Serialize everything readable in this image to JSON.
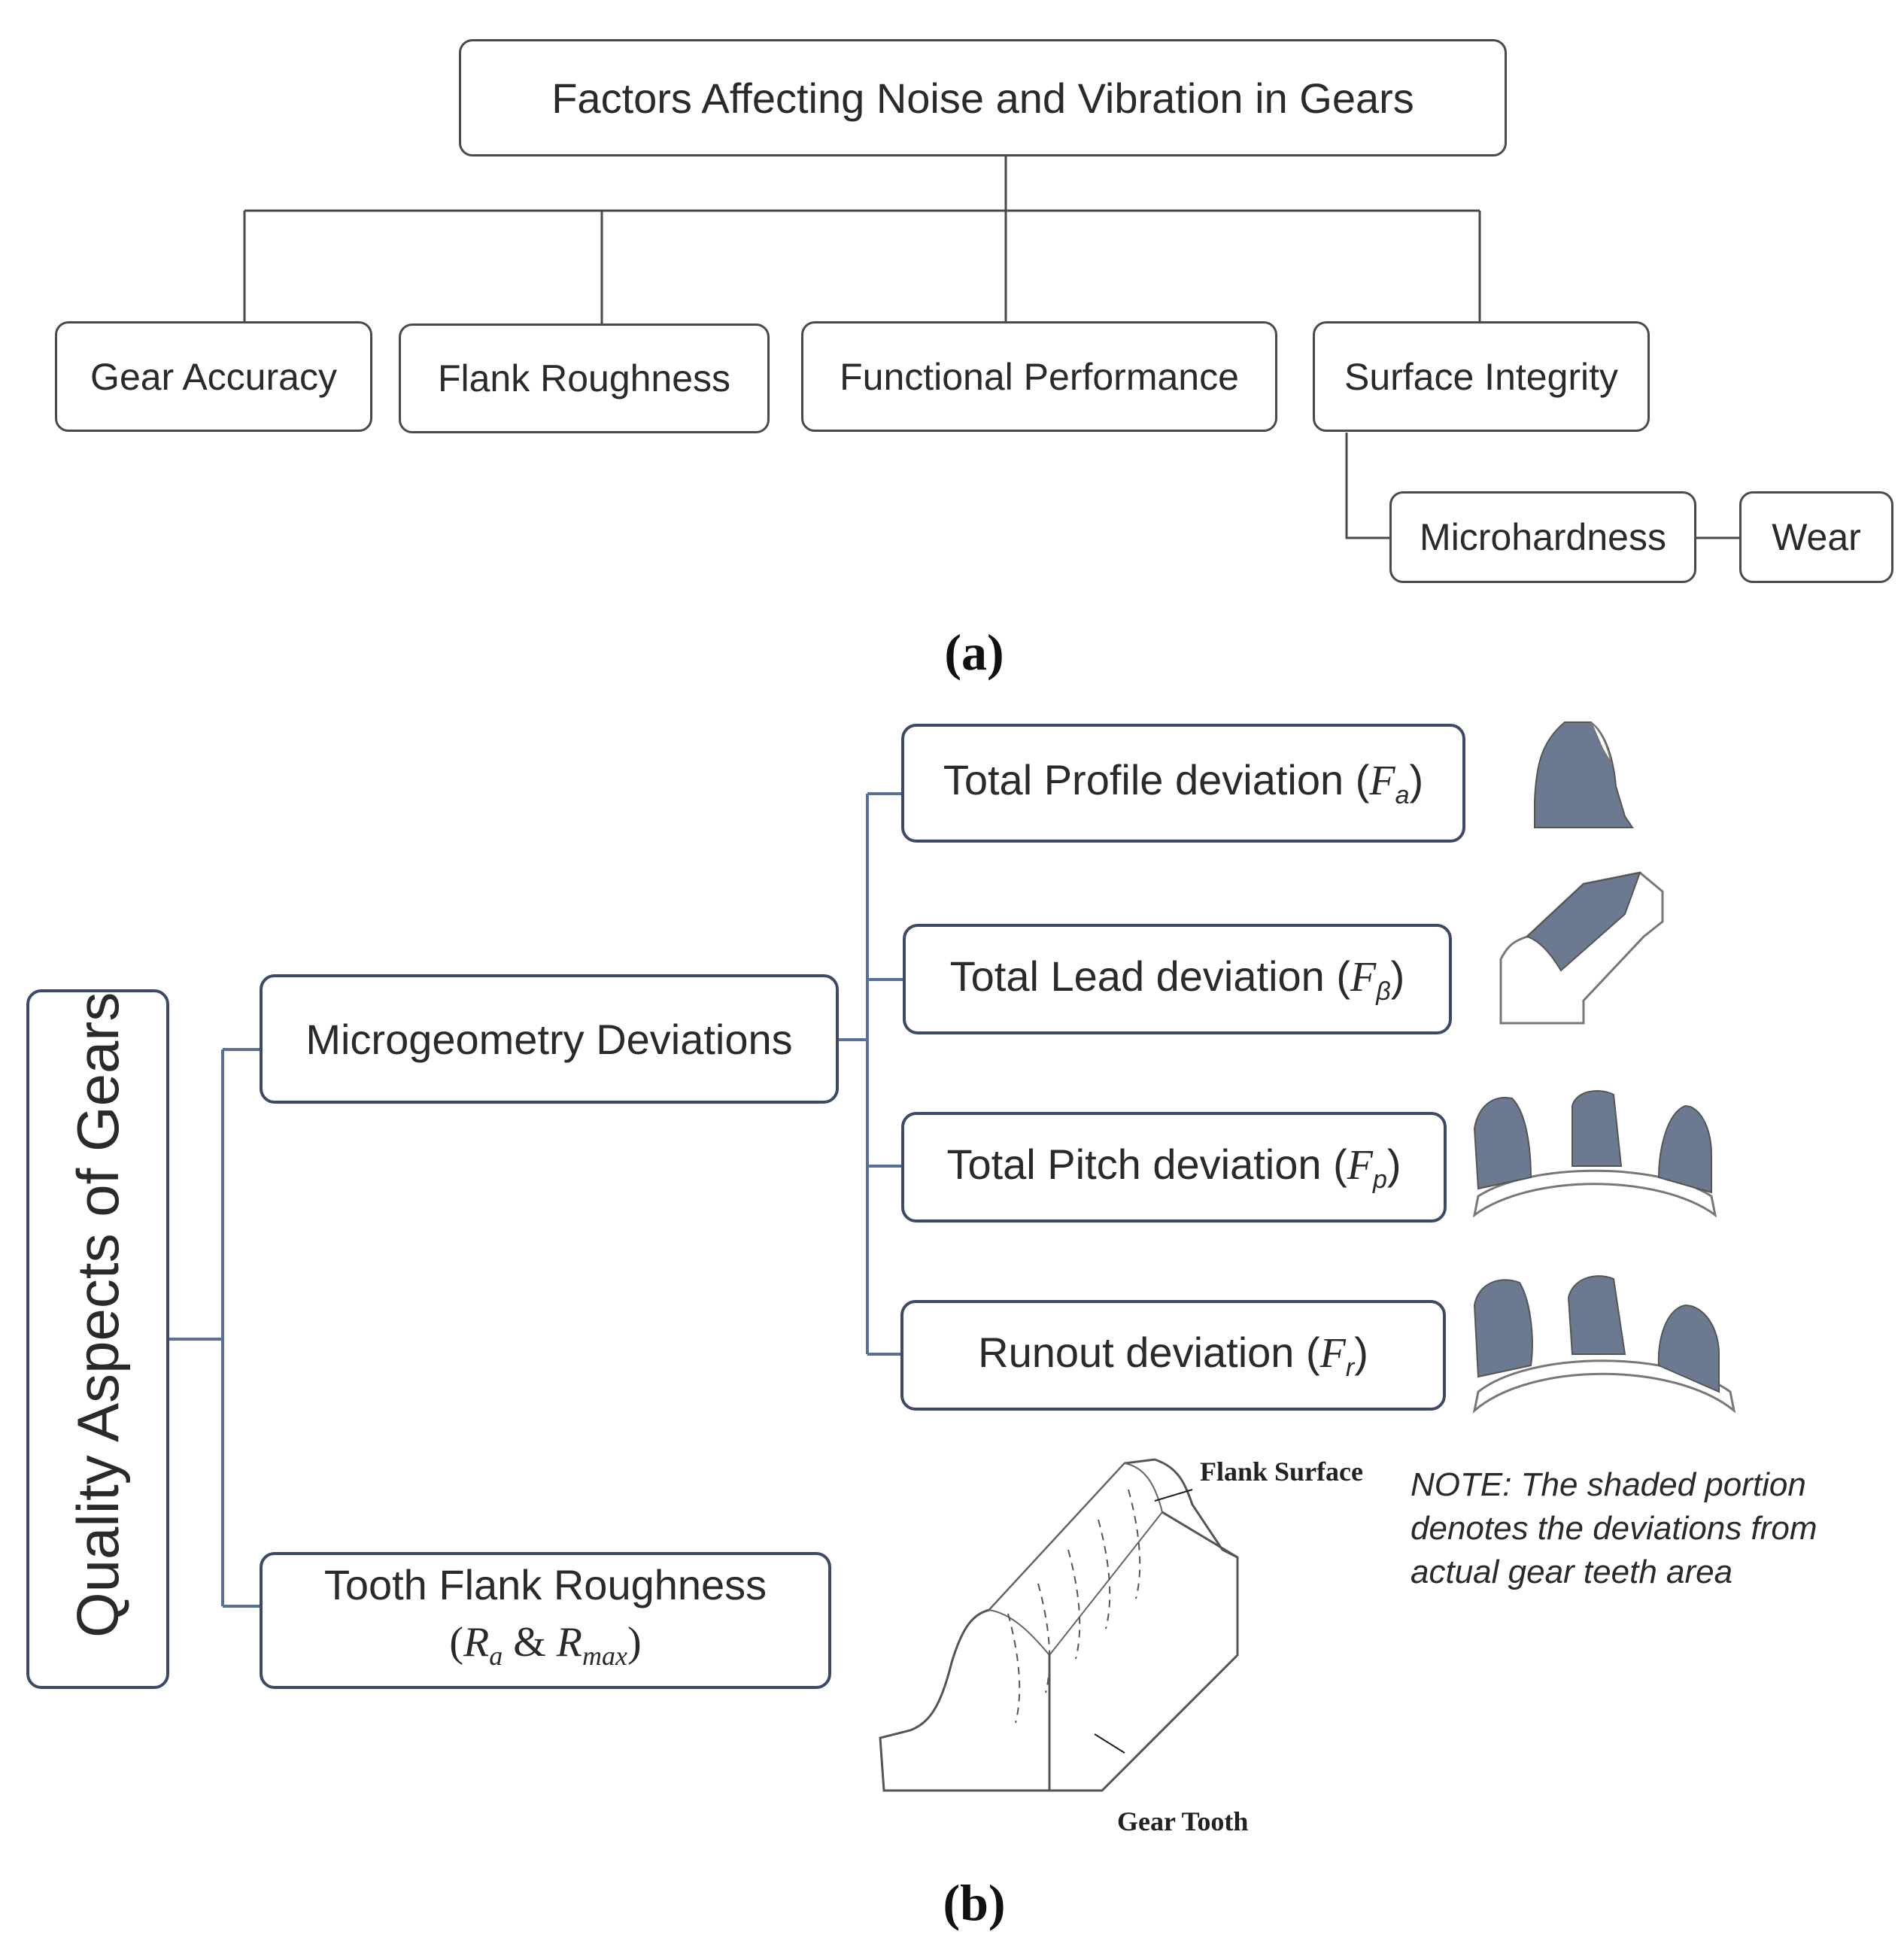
{
  "panel_a": {
    "root": "Factors Affecting Noise and Vibration in Gears",
    "children": [
      "Gear Accuracy",
      "Flank Roughness",
      "Functional Performance",
      "Surface Integrity"
    ],
    "surface_integrity_children": [
      "Microhardness",
      "Wear"
    ],
    "caption": "(a)"
  },
  "panel_b": {
    "root": "Quality Aspects of Gears",
    "micro": "Microgeometry Deviations",
    "deviations": [
      {
        "label": "Total Profile deviation (",
        "sym": "F",
        "sub": "a",
        "close": ")"
      },
      {
        "label": "Total  Lead deviation (",
        "sym": "F",
        "sub": "β",
        "close": ")"
      },
      {
        "label": "Total Pitch deviation (",
        "sym": "F",
        "sub": "p",
        "close": ")"
      },
      {
        "label": "Runout deviation  (",
        "sym": "F",
        "sub": "r",
        "close": ")"
      }
    ],
    "roughness_line1": "Tooth Flank Roughness",
    "roughness_math": {
      "open": "(",
      "r1": "R",
      "s1": "a",
      "amp": " & ",
      "r2": "R",
      "s2": "max",
      "close": ")"
    },
    "flank_surface_label": "Flank Surface",
    "gear_tooth_label": "Gear Tooth",
    "note": [
      "NOTE: The shaded portion",
      "denotes the deviations from",
      "actual gear teeth area"
    ],
    "caption": "(b)"
  },
  "colors": {
    "connector_a": "#4a4a4a",
    "connector_b": "#5a6f9a",
    "box_b_border": "#3c4a66",
    "shade": "#6b7a90"
  }
}
